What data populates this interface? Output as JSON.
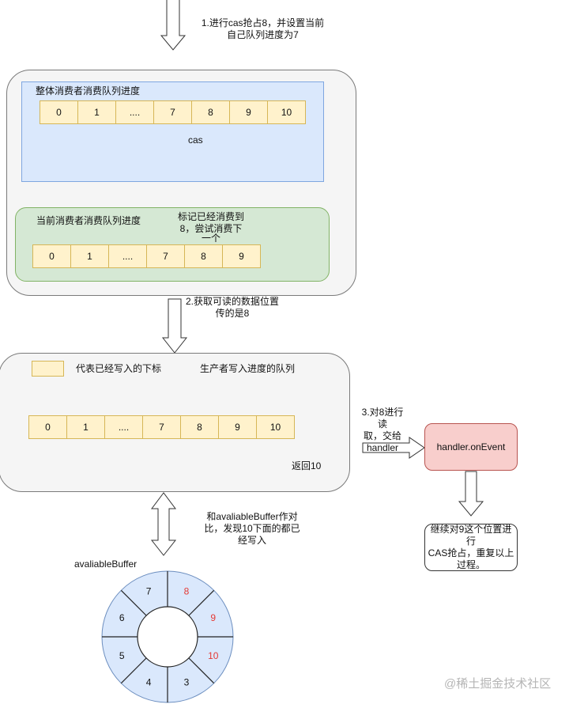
{
  "step1": {
    "line1": "1.进行cas抢占8，并设置当前",
    "line2": "自己队列进度为7"
  },
  "global_consumer": {
    "title": "整体消费者消费队列进度",
    "cells": [
      "0",
      "1",
      "....",
      "7",
      "8",
      "9",
      "10"
    ],
    "pointer_label": "cas"
  },
  "current_consumer": {
    "title": "当前消费者消费队列进度",
    "cells": [
      "0",
      "1",
      "....",
      "7",
      "8",
      "9"
    ],
    "annotation": {
      "line1": "标记已经消费到",
      "line2": "8，尝试消费下",
      "line3": "一个"
    }
  },
  "step2": {
    "line1": "2.获取可读的数据位置",
    "line2": "传的是8"
  },
  "producer": {
    "legend_label": "代表已经写入的下标",
    "title": "生产者写入进度的队列",
    "cells": [
      "0",
      "1",
      "....",
      "7",
      "8",
      "9",
      "10"
    ],
    "return_label": "返回10"
  },
  "step3": {
    "line1": "3.对8进行读",
    "line2": "取，交给",
    "line3": "handler"
  },
  "handler_box": {
    "label": "handler.onEvent"
  },
  "continue_note": {
    "line1": "继续对9这个位置进行",
    "line2": "CAS抢占，重复以上",
    "line3": "过程。"
  },
  "compare_note": {
    "line1": "和avaliableBuffer作对",
    "line2": "比，发现10下面的都已",
    "line3": "经写入"
  },
  "ring_buffer": {
    "title": "avaliableBuffer",
    "segments": [
      {
        "label": "8",
        "highlight": true
      },
      {
        "label": "9",
        "highlight": true
      },
      {
        "label": "10",
        "highlight": true
      },
      {
        "label": "3",
        "highlight": false
      },
      {
        "label": "4",
        "highlight": false
      },
      {
        "label": "5",
        "highlight": false
      },
      {
        "label": "6",
        "highlight": false
      },
      {
        "label": "7",
        "highlight": false
      }
    ],
    "highlight_color": "#e53935",
    "normal_color": "#111111",
    "fill_color": "#dae8fc"
  },
  "watermark": "@稀土掘金技术社区"
}
